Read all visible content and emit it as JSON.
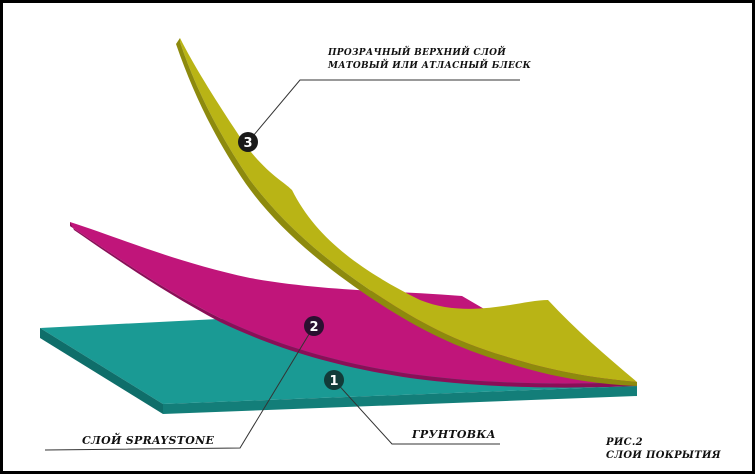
{
  "figure": {
    "caption_line1": "РИС.2",
    "caption_line2": "СЛОИ ПОКРЫТИЯ"
  },
  "layers": [
    {
      "number": "1",
      "label": "ГРУНТОВКА",
      "color": "#1a9a94"
    },
    {
      "number": "2",
      "label": "СЛОЙ SPRAYSTONE",
      "color": "#c0157a"
    },
    {
      "number": "3",
      "label_line1": "ПРОЗРАЧНЫЙ ВЕРХНИЙ СЛОЙ",
      "label_line2": "МАТОВЫЙ ИЛИ АТЛАСНЫЙ БЛЕСК",
      "color": "#b9b415"
    }
  ]
}
